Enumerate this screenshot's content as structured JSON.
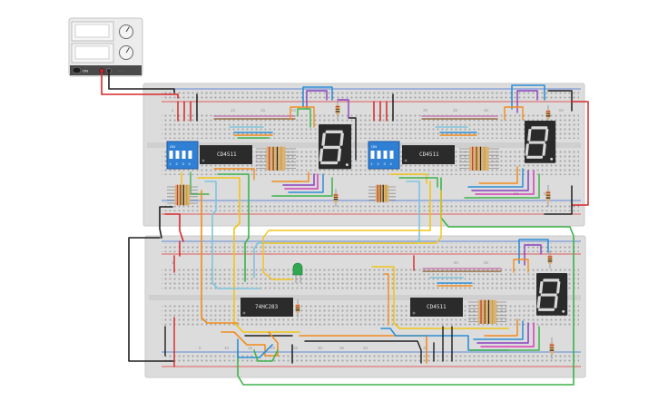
{
  "power_supply": {
    "on_label": "ON",
    "display_top": "",
    "display_bottom": ""
  },
  "breadboards": {
    "column_numbers_top": [
      "1",
      "10",
      "15",
      "20",
      "30",
      "35",
      "40",
      "50",
      "55",
      "60"
    ],
    "column_numbers_bottom": [
      "1",
      "5",
      "10",
      "15",
      "20",
      "25",
      "30",
      "35",
      "40",
      "45",
      "50",
      "55"
    ]
  },
  "components": {
    "dip_switch_1": {
      "label": "ON",
      "positions": [
        "1",
        "2",
        "3",
        "4"
      ]
    },
    "dip_switch_2": {
      "label": "ON",
      "positions": [
        "1",
        "2",
        "3",
        "4"
      ]
    },
    "decoder_1": {
      "label": "CD4511"
    },
    "decoder_2": {
      "label": "CD4511"
    },
    "decoder_3": {
      "label": "CD4511"
    },
    "adder": {
      "label": "74HC283"
    },
    "led": {
      "color": "#2fa84f"
    }
  },
  "colors": {
    "board": "#dcdcdc",
    "rail_red": "#e03030",
    "rail_blue": "#3a6fd8",
    "wire_red": "#d62728",
    "wire_black": "#1e1e1e",
    "wire_yellow": "#f2c318",
    "wire_orange": "#f28c1e",
    "wire_blue": "#2c8fd6",
    "wire_lightblue": "#7fc4dc",
    "wire_green": "#3db34a",
    "wire_purple": "#8a3fbf",
    "wire_magenta": "#d63fb4",
    "wire_brown": "#8b5a2b",
    "display_segment_on": "#d8d8d8",
    "display_body": "#2a2a2a"
  }
}
